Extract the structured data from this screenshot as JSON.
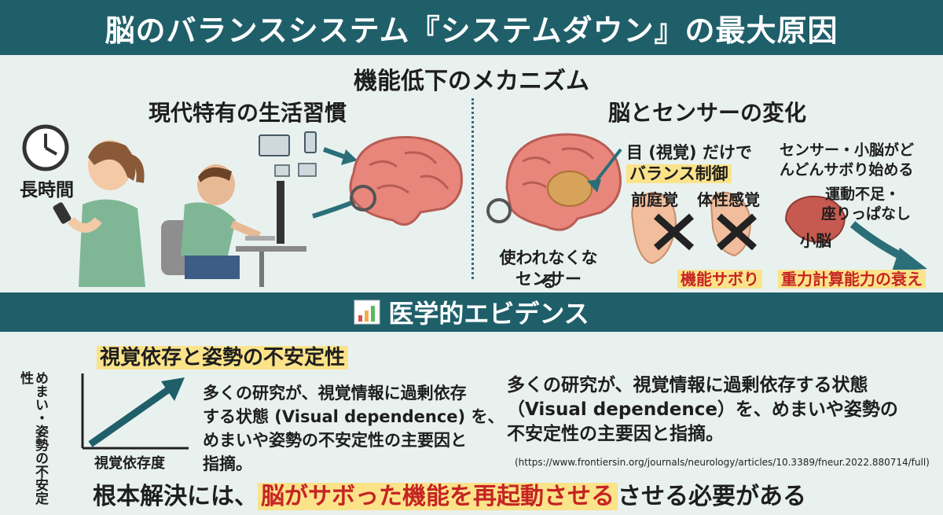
{
  "title": "脳のバランスシステム『システムダウン』の最大原因",
  "mechanism_title": "機能低下のメカニズム",
  "left_panel": {
    "heading": "現代特有の生活習慣",
    "clock_label": "長時間"
  },
  "right_panel": {
    "heading": "脳とセンサーの変化",
    "eye_caption_line1": "目 (視覚) だけで",
    "eye_caption_line2": "バランス制御",
    "unused_line1": "使われなくなる",
    "unused_line2": "センサー",
    "vestibular_label": "前庭覚",
    "somato_label": "体性感覚",
    "skipping_label": "機能サボり",
    "sensor_note_line1": "センサー・小脳がど",
    "sensor_note_line2": "んどんサボり始める",
    "exercise_line1": "運動不足・",
    "exercise_line2": "座りっぱなし",
    "cerebellum_label": "小脳",
    "decline_label": "重力計算能力の衰え"
  },
  "evidence": {
    "bar_title": "医学的エビデンス",
    "chart_heading": "視覚依存と姿勢の不安定性",
    "axis_y": "めまい・姿勢の不安定性",
    "axis_x": "視覚依存度",
    "text_left": [
      "多くの研究が、視覚情報に過剰依存",
      "する状態 (Visual dependence) を、",
      "めまいや姿勢の不安定性の主要因と",
      "指摘。"
    ],
    "text_right": [
      "多くの研究が、視覚情報に過剰依存する状態",
      "（Visual dependence）を、めまいや姿勢の",
      "不安定性の主要因と指摘。"
    ],
    "citation": "(https://www.frontiersin.org/journals/neurology/articles/10.3389/fneur.2022.880714/full)"
  },
  "conclusion": {
    "prefix": "根本解決には、",
    "highlight": "脳がサボった機能を再起動させる",
    "suffix": "させる必要がある"
  },
  "colors": {
    "header_bg": "#1f5f6a",
    "page_bg": "#e9f1ef",
    "highlight": "#fbe38a",
    "accent_red": "#c62424",
    "arrow_teal": "#2a6f78"
  }
}
